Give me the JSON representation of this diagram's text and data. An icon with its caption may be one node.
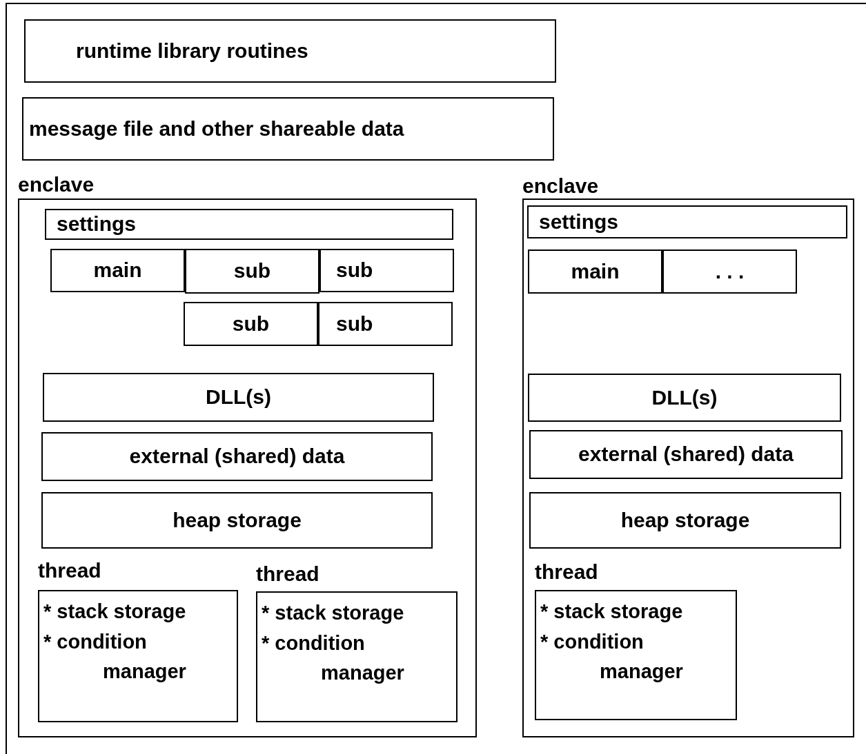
{
  "diagram": {
    "nodes": [
      {
        "text": [
          "runtime library routines"
        ]
      },
      {
        "text": [
          "message file and other shareable data"
        ]
      },
      {
        "text": [
          "enclave"
        ]
      },
      {
        "text": [
          "settings"
        ],
        "in": 2
      },
      {
        "text": [
          "main"
        ],
        "in": 2
      },
      {
        "text": [
          "sub"
        ],
        "in": 2
      },
      {
        "text": [
          "sub"
        ],
        "in": 2
      },
      {
        "text": [
          "sub"
        ],
        "in": 2
      },
      {
        "text": [
          "sub"
        ],
        "in": 2
      },
      {
        "text": [
          "DLL(s)"
        ],
        "in": 2
      },
      {
        "text": [
          "external (shared) data"
        ],
        "in": 2
      },
      {
        "text": [
          "heap storage"
        ],
        "in": 2
      },
      {
        "text": [
          "thread",
          "* stack storage",
          "* condition manager"
        ],
        "in": 2
      },
      {
        "text": [
          "thread",
          "* stack storage",
          "* condition manager"
        ],
        "in": 2
      },
      {
        "text": [
          "enclave"
        ]
      },
      {
        "text": [
          "settings"
        ],
        "in": 14
      },
      {
        "text": [
          "main"
        ],
        "in": 14
      },
      {
        "text": [
          ". . ."
        ],
        "in": 14
      },
      {
        "text": [
          "DLL(s)"
        ],
        "in": 14
      },
      {
        "text": [
          "external (shared) data"
        ],
        "in": 14
      },
      {
        "text": [
          "heap storage"
        ],
        "in": 14
      },
      {
        "text": [
          "thread",
          "* stack storage",
          "* condition manager"
        ],
        "in": 14
      }
    ],
    "edges": []
  }
}
